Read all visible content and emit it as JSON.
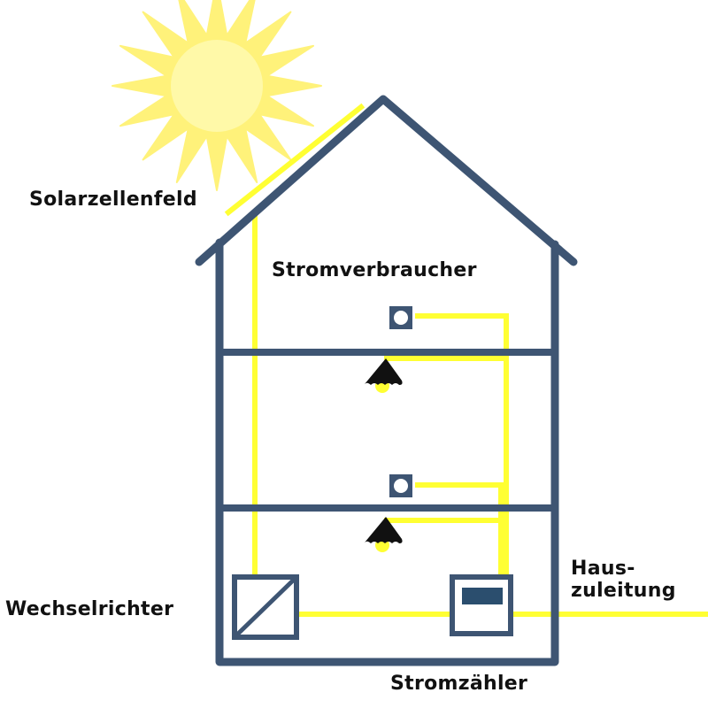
{
  "labels": {
    "solar_field": "Solarzellenfeld",
    "consumers": "Stromverbraucher",
    "inverter": "Wechselrichter",
    "meter": "Stromzähler",
    "supply_line_1": "Haus-",
    "supply_line_2": "zuleitung"
  },
  "colors": {
    "house": "#3e5573",
    "wire": "#ffff33",
    "sun": "#fff27a",
    "sun_core": "#fff9a8",
    "lamp": "#111111",
    "meter_display": "#2b4e6e",
    "text": "#111111"
  },
  "icons": [
    "sun-icon",
    "ceiling-lamp-icon",
    "wall-socket-icon",
    "inverter-icon",
    "electricity-meter-icon"
  ]
}
